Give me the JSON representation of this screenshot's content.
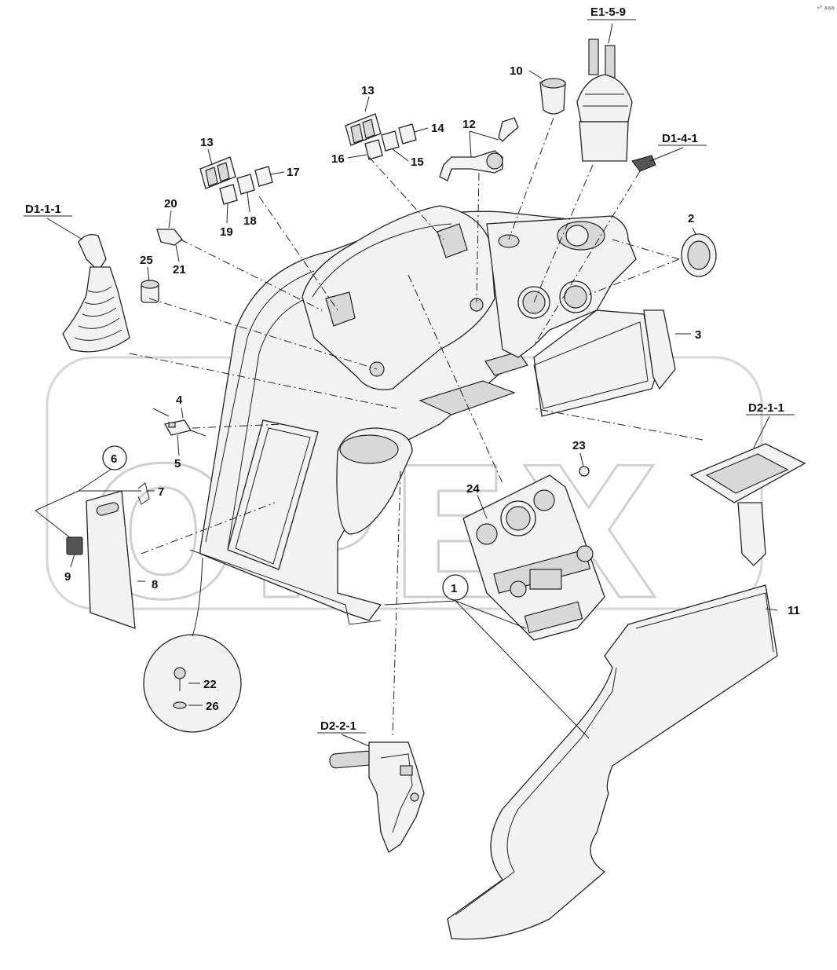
{
  "watermark": "OPEX",
  "corner_mark": "«ᴮ aaa",
  "references": {
    "d111": "D1-1-1",
    "e159": "E1-5-9",
    "d141": "D1-4-1",
    "d211": "D2-1-1",
    "d221": "D2-2-1"
  },
  "labels": {
    "n1": "1",
    "n2": "2",
    "n3": "3",
    "n4": "4",
    "n5": "5",
    "n6": "6",
    "n7": "7",
    "n8": "8",
    "n9": "9",
    "n10": "10",
    "n11": "11",
    "n12": "12",
    "n13a": "13",
    "n13b": "13",
    "n14": "14",
    "n15": "15",
    "n16": "16",
    "n17": "17",
    "n18": "18",
    "n19": "19",
    "n20": "20",
    "n21": "21",
    "n22": "22",
    "n23": "23",
    "n24": "24",
    "n25": "25",
    "n26": "26"
  }
}
